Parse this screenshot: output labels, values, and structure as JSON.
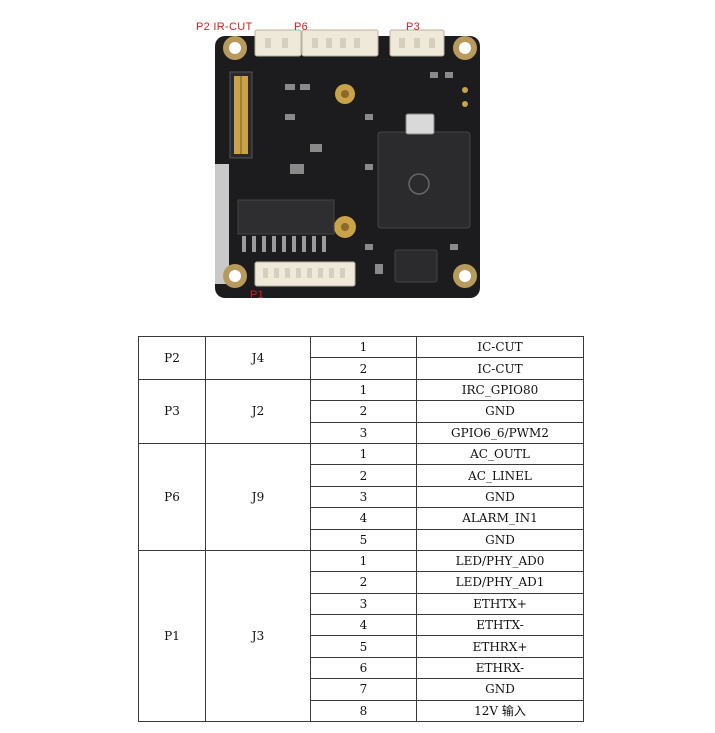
{
  "board": {
    "labels": {
      "p2_ircut": "P2 IR-CUT",
      "p6": "P6",
      "p3": "P3",
      "p1": "P1"
    },
    "colors": {
      "label_red": "#d42020",
      "pcb": "#1c1c1e",
      "pad_gold": "#c9a24a",
      "connector": "#efe9da"
    }
  },
  "pin_table": {
    "groups": [
      {
        "port": "P2",
        "connector": "J4",
        "pins": [
          {
            "pin": "1",
            "signal": "IC-CUT"
          },
          {
            "pin": "2",
            "signal": "IC-CUT"
          }
        ]
      },
      {
        "port": "P3",
        "connector": "J2",
        "pins": [
          {
            "pin": "1",
            "signal": "IRC_GPIO80"
          },
          {
            "pin": "2",
            "signal": "GND"
          },
          {
            "pin": "3",
            "signal": "GPIO6_6/PWM2"
          }
        ]
      },
      {
        "port": "P6",
        "connector": "J9",
        "pins": [
          {
            "pin": "1",
            "signal": "AC_OUTL"
          },
          {
            "pin": "2",
            "signal": "AC_LINEL"
          },
          {
            "pin": "3",
            "signal": "GND"
          },
          {
            "pin": "4",
            "signal": "ALARM_IN1"
          },
          {
            "pin": "5",
            "signal": "GND"
          }
        ]
      },
      {
        "port": "P1",
        "connector": "J3",
        "pins": [
          {
            "pin": "1",
            "signal": "LED/PHY_AD0"
          },
          {
            "pin": "2",
            "signal": "LED/PHY_AD1"
          },
          {
            "pin": "3",
            "signal": "ETHTX+"
          },
          {
            "pin": "4",
            "signal": "ETHTX-"
          },
          {
            "pin": "5",
            "signal": "ETHRX+"
          },
          {
            "pin": "6",
            "signal": "ETHRX-"
          },
          {
            "pin": "7",
            "signal": "GND"
          },
          {
            "pin": "8",
            "signal": "12V 输入"
          }
        ]
      }
    ]
  }
}
